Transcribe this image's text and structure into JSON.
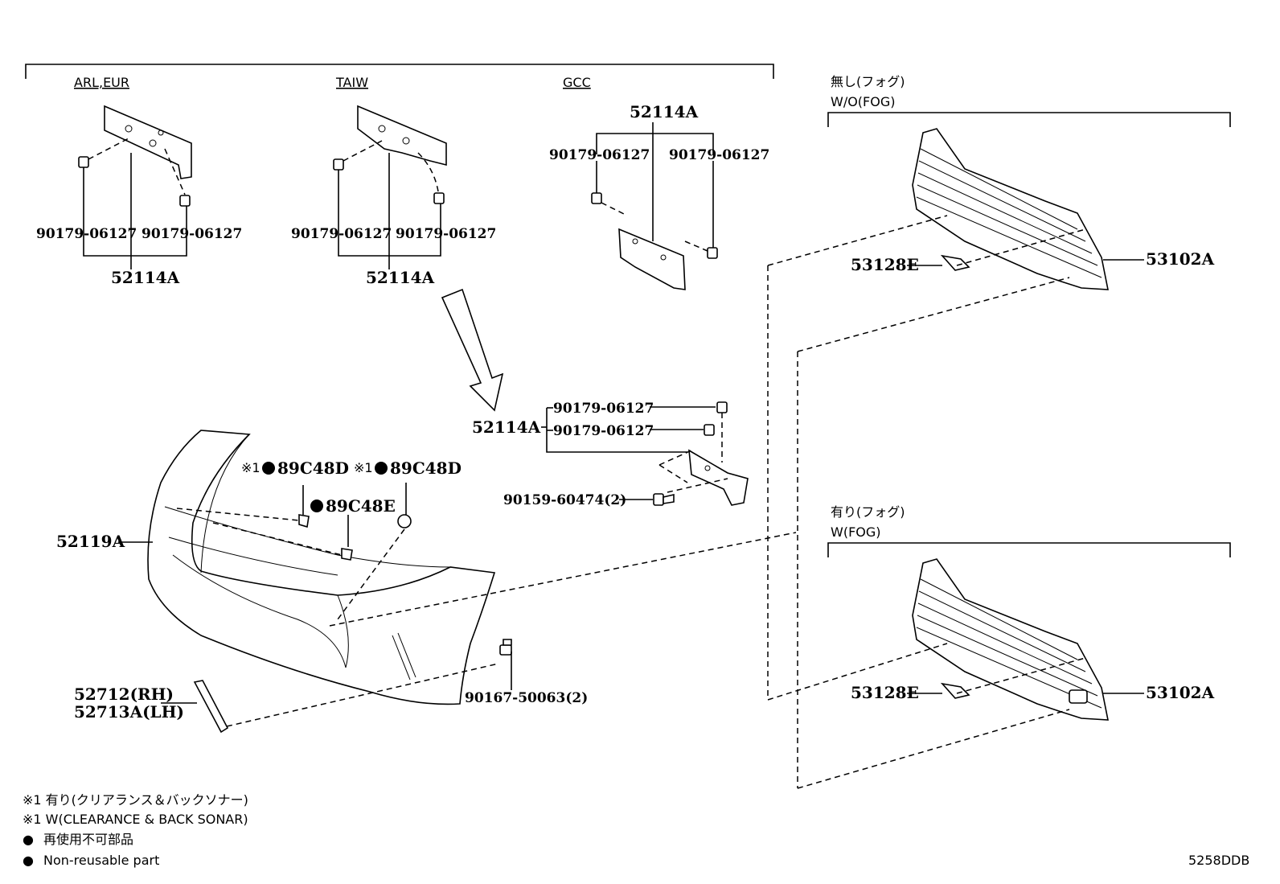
{
  "groups": {
    "arl_eur": "ARL,EUR",
    "taiw": "TAIW",
    "gcc": "GCC",
    "wo_fog_jp": "無し(フォグ)",
    "wo_fog_en": "W/O(FOG)",
    "w_fog_jp": "有り(フォグ)",
    "w_fog_en": "W(FOG)"
  },
  "parts": {
    "nut_a": "90179-06127",
    "bracket": "52114A",
    "grille": "53102A",
    "garnish": "53128E",
    "bumper": "52119A",
    "clip_d": "89C48D",
    "clip_e": "89C48E",
    "bolt_a": "90159-60474(2)",
    "bolt_b": "90167-50063(2)",
    "reflector_rh": "52712(RH)",
    "reflector_lh": "52713A(LH)",
    "note_mark": "※1"
  },
  "legend": {
    "note1_jp": "※1 有り(クリアランス＆バックソナー)",
    "note1_en": "※1 W(CLEARANCE & BACK SONAR)",
    "bullet": "●",
    "nonreuse_jp": "再使用不可部品",
    "nonreuse_en": "Non-reusable part"
  },
  "diagram_id": "5258DDB"
}
